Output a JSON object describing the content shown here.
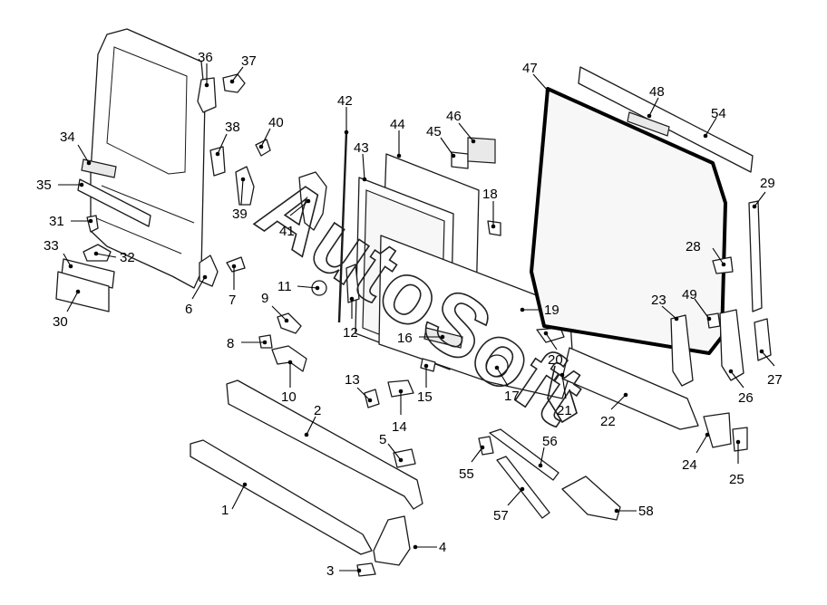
{
  "watermark": {
    "text": "AutoSoft"
  },
  "callouts": [
    {
      "id": "c1",
      "label": "1"
    },
    {
      "id": "c2",
      "label": "2"
    },
    {
      "id": "c3",
      "label": "3"
    },
    {
      "id": "c4",
      "label": "4"
    },
    {
      "id": "c5",
      "label": "5"
    },
    {
      "id": "c6",
      "label": "6"
    },
    {
      "id": "c7",
      "label": "7"
    },
    {
      "id": "c8",
      "label": "8"
    },
    {
      "id": "c9",
      "label": "9"
    },
    {
      "id": "c10",
      "label": "10"
    },
    {
      "id": "c11",
      "label": "11"
    },
    {
      "id": "c12",
      "label": "12"
    },
    {
      "id": "c13",
      "label": "13"
    },
    {
      "id": "c14",
      "label": "14"
    },
    {
      "id": "c15",
      "label": "15"
    },
    {
      "id": "c16",
      "label": "16"
    },
    {
      "id": "c17",
      "label": "17"
    },
    {
      "id": "c18",
      "label": "18"
    },
    {
      "id": "c19",
      "label": "19"
    },
    {
      "id": "c20",
      "label": "20"
    },
    {
      "id": "c21",
      "label": "21"
    },
    {
      "id": "c22",
      "label": "22"
    },
    {
      "id": "c23",
      "label": "23"
    },
    {
      "id": "c24",
      "label": "24"
    },
    {
      "id": "c25",
      "label": "25"
    },
    {
      "id": "c26",
      "label": "26"
    },
    {
      "id": "c27",
      "label": "27"
    },
    {
      "id": "c28",
      "label": "28"
    },
    {
      "id": "c29",
      "label": "29"
    },
    {
      "id": "c30",
      "label": "30"
    },
    {
      "id": "c31",
      "label": "31"
    },
    {
      "id": "c32",
      "label": "32"
    },
    {
      "id": "c33",
      "label": "33"
    },
    {
      "id": "c34",
      "label": "34"
    },
    {
      "id": "c35",
      "label": "35"
    },
    {
      "id": "c36",
      "label": "36"
    },
    {
      "id": "c37",
      "label": "37"
    },
    {
      "id": "c38",
      "label": "38"
    },
    {
      "id": "c39",
      "label": "39"
    },
    {
      "id": "c40",
      "label": "40"
    },
    {
      "id": "c41",
      "label": "41"
    },
    {
      "id": "c42",
      "label": "42"
    },
    {
      "id": "c43",
      "label": "43"
    },
    {
      "id": "c44",
      "label": "44"
    },
    {
      "id": "c45",
      "label": "45"
    },
    {
      "id": "c46",
      "label": "46"
    },
    {
      "id": "c47",
      "label": "47"
    },
    {
      "id": "c48",
      "label": "48"
    },
    {
      "id": "c49",
      "label": "49"
    },
    {
      "id": "c54",
      "label": "54"
    },
    {
      "id": "c55",
      "label": "55"
    },
    {
      "id": "c56",
      "label": "56"
    },
    {
      "id": "c57",
      "label": "57"
    },
    {
      "id": "c58",
      "label": "58"
    }
  ]
}
